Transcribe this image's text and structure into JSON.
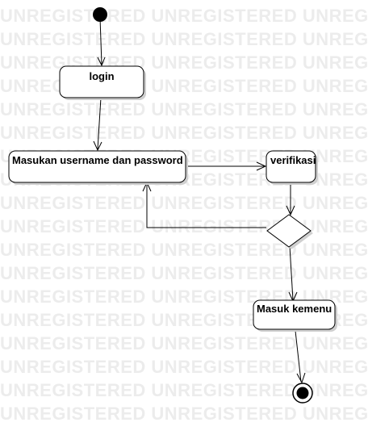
{
  "watermark": {
    "text": "UNREGISTERED",
    "color": "#ececec"
  },
  "diagram": {
    "nodes": [
      {
        "id": "initial",
        "kind": "initial-node"
      },
      {
        "id": "login",
        "kind": "action",
        "label": "login"
      },
      {
        "id": "input",
        "kind": "action",
        "label": "Masukan username dan password"
      },
      {
        "id": "verify",
        "kind": "action",
        "label": "verifikasi"
      },
      {
        "id": "decision",
        "kind": "decision"
      },
      {
        "id": "menu",
        "kind": "action",
        "label": "Masuk kemenu"
      },
      {
        "id": "final",
        "kind": "final-node"
      }
    ],
    "edges": [
      {
        "from": "initial",
        "to": "login"
      },
      {
        "from": "login",
        "to": "input"
      },
      {
        "from": "input",
        "to": "verify"
      },
      {
        "from": "verify",
        "to": "decision"
      },
      {
        "from": "decision",
        "to": "input"
      },
      {
        "from": "decision",
        "to": "menu"
      },
      {
        "from": "menu",
        "to": "final"
      }
    ]
  }
}
